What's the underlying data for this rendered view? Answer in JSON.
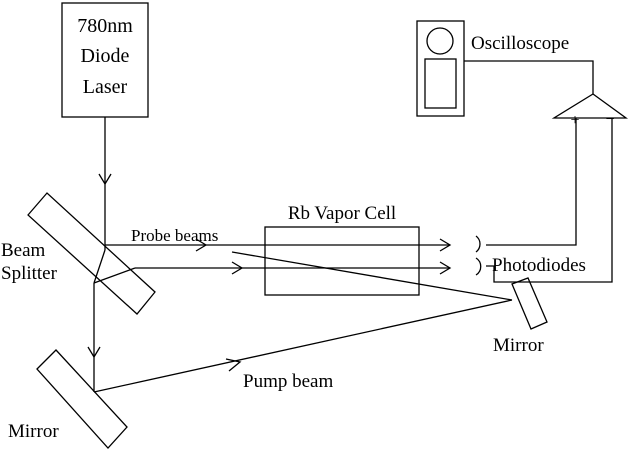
{
  "laser": {
    "lines": [
      "780nm",
      "Diode",
      "Laser"
    ]
  },
  "oscilloscope_label": "Oscilloscope",
  "cell_label": "Rb Vapor Cell",
  "splitter_label_lines": [
    "Beam",
    "Splitter"
  ],
  "probe_label": "Probe beams",
  "pump_label": "Pump beam",
  "photodiodes_label": "Photodiodes",
  "mirror_right_label": "Mirror",
  "mirror_left_label": "Mirror",
  "amp_plus": "+",
  "amp_minus": "−"
}
